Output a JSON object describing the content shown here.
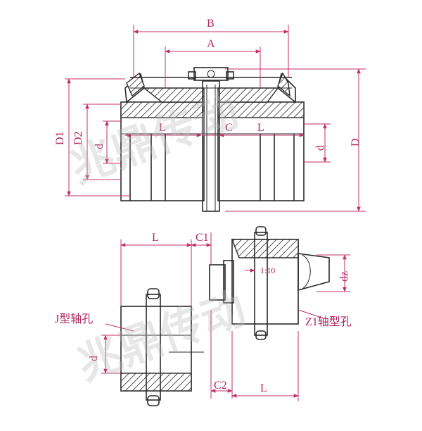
{
  "labels": {
    "B": "B",
    "A": "A",
    "D1": "D1",
    "D2": "D2",
    "d_left": "d",
    "L_left": "L",
    "C": "C",
    "L_right": "L",
    "d_right": "d",
    "D": "D",
    "L_bottom_left": "L",
    "C1": "C1",
    "taper": "1:10",
    "dz": "dz",
    "j_type": "J型轴孔",
    "d_bottom": "d",
    "z1_type": "Z1轴型孔",
    "C2": "C2",
    "L_bottom_right": "L"
  },
  "watermark": [
    "兆鼎传动",
    "兆鼎传动"
  ],
  "colors": {
    "ink": "#2a2a2a",
    "dimension": "#c0306a"
  }
}
